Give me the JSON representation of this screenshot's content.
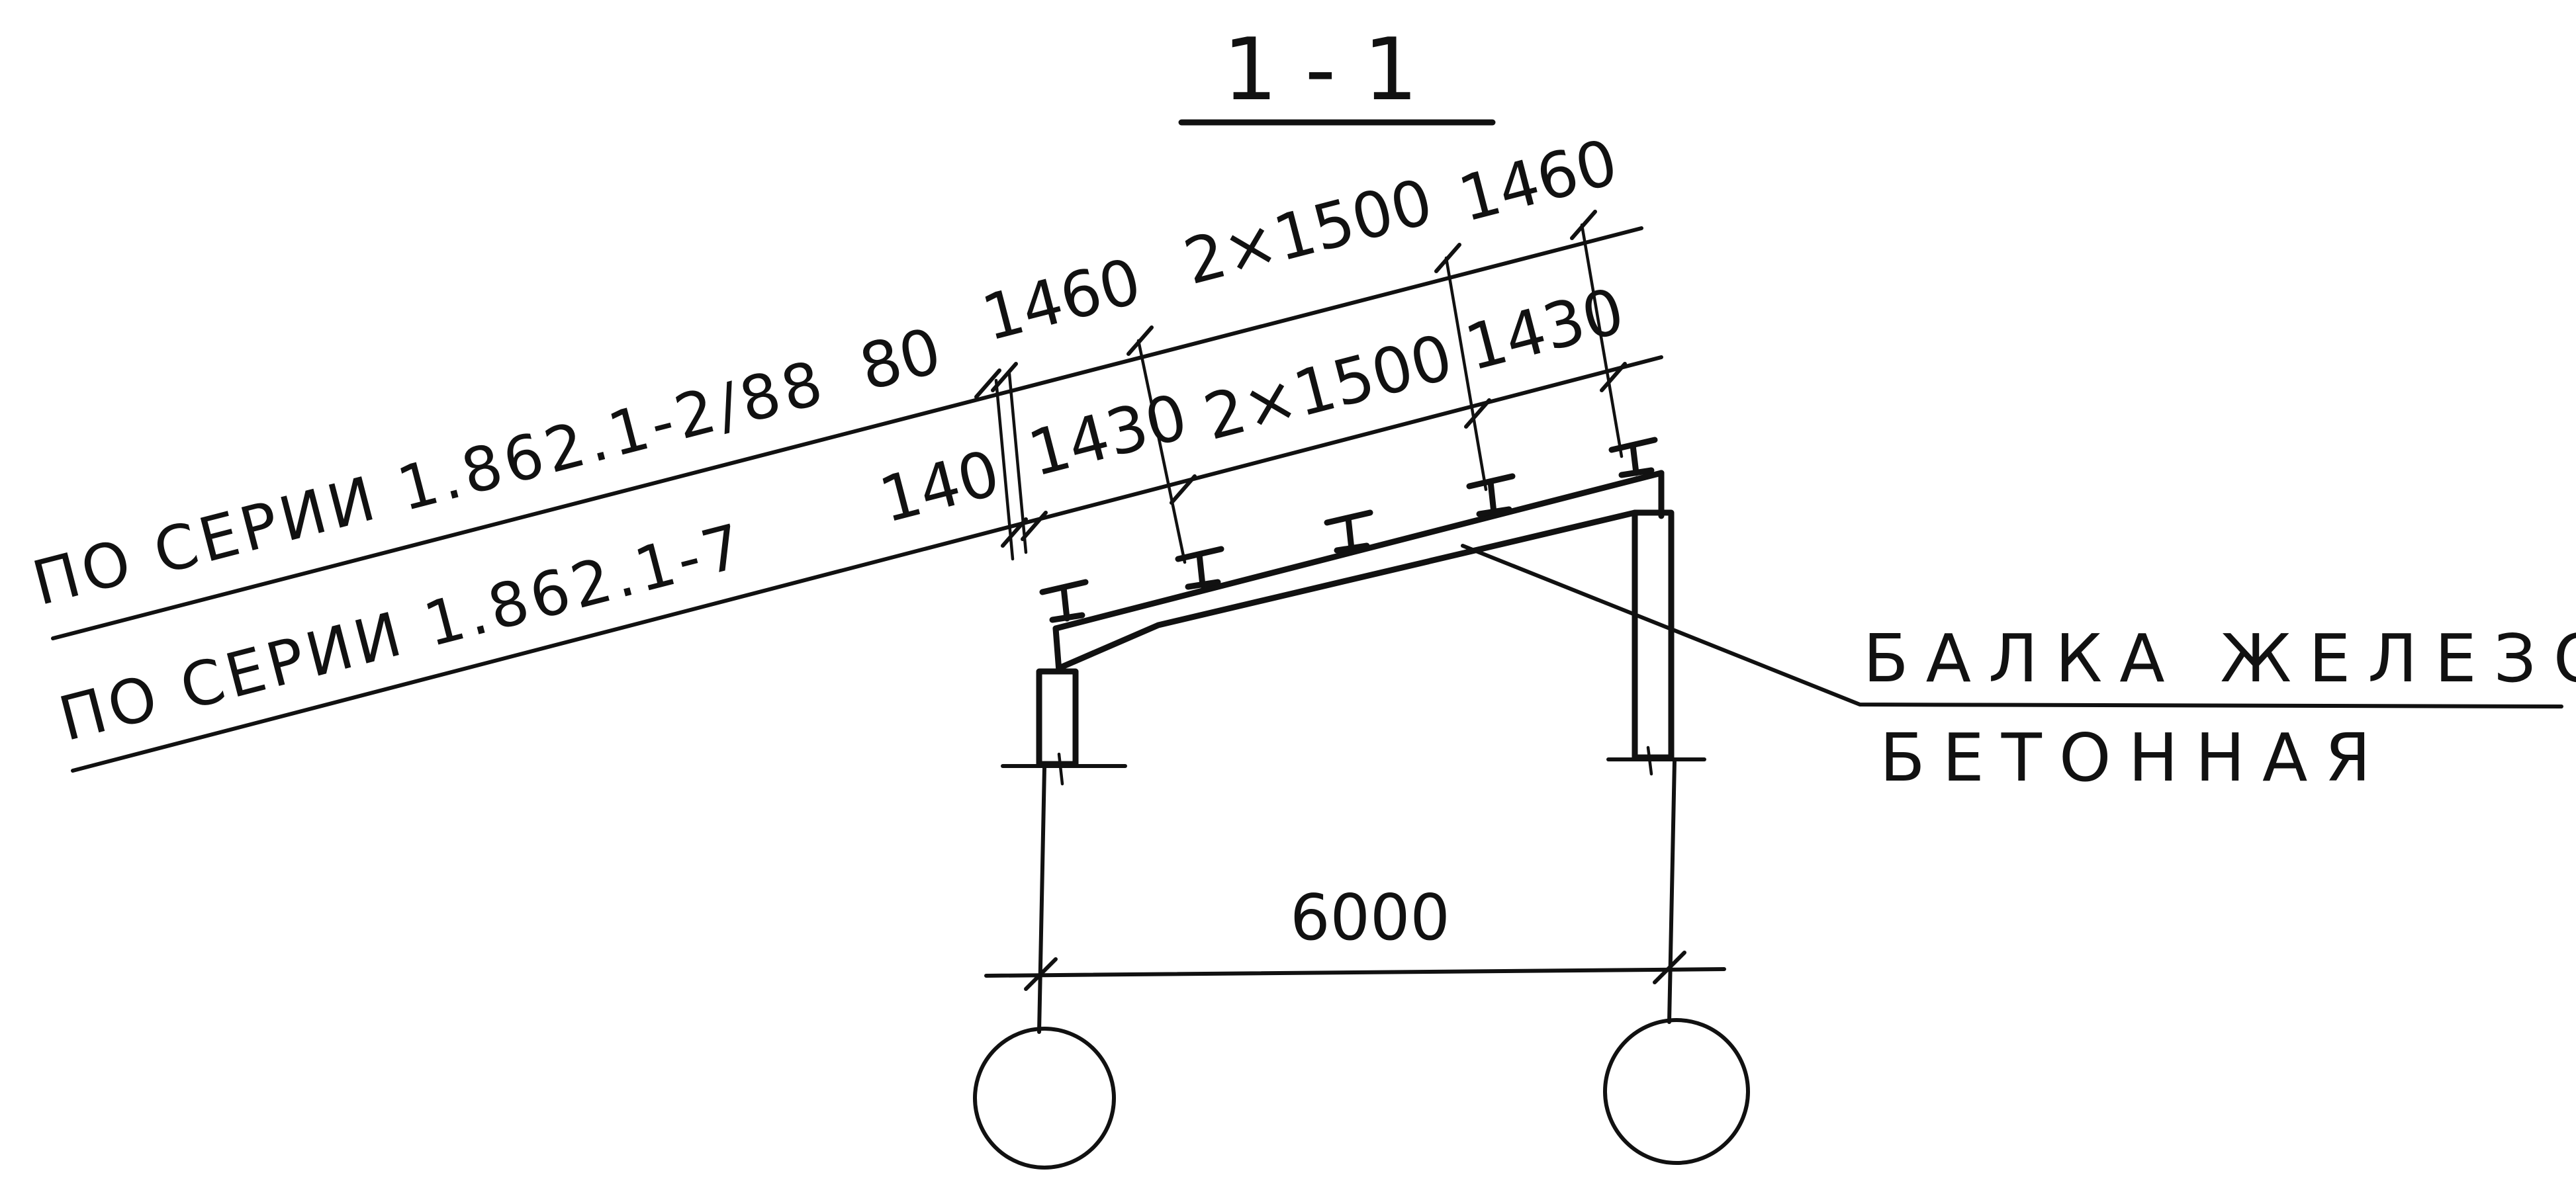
{
  "section_title": "1 - 1",
  "series_upper": "ПО СЕРИИ 1.862.1-2/88",
  "series_lower": "ПО СЕРИИ 1.862.1-7",
  "upper_dims": {
    "d_80": "80",
    "d_1460_left": "1460",
    "d_2x1500": "2×1500",
    "d_1460_right": "1460"
  },
  "lower_dims": {
    "d_140": "140",
    "d_1430_left": "1430",
    "d_2x1500": "2×1500",
    "d_1430_right": "1430"
  },
  "span_dim": "6000",
  "beam_note_line1": "БАЛКА ЖЕЛЕЗО-",
  "beam_note_line2": "БЕТОННАЯ"
}
